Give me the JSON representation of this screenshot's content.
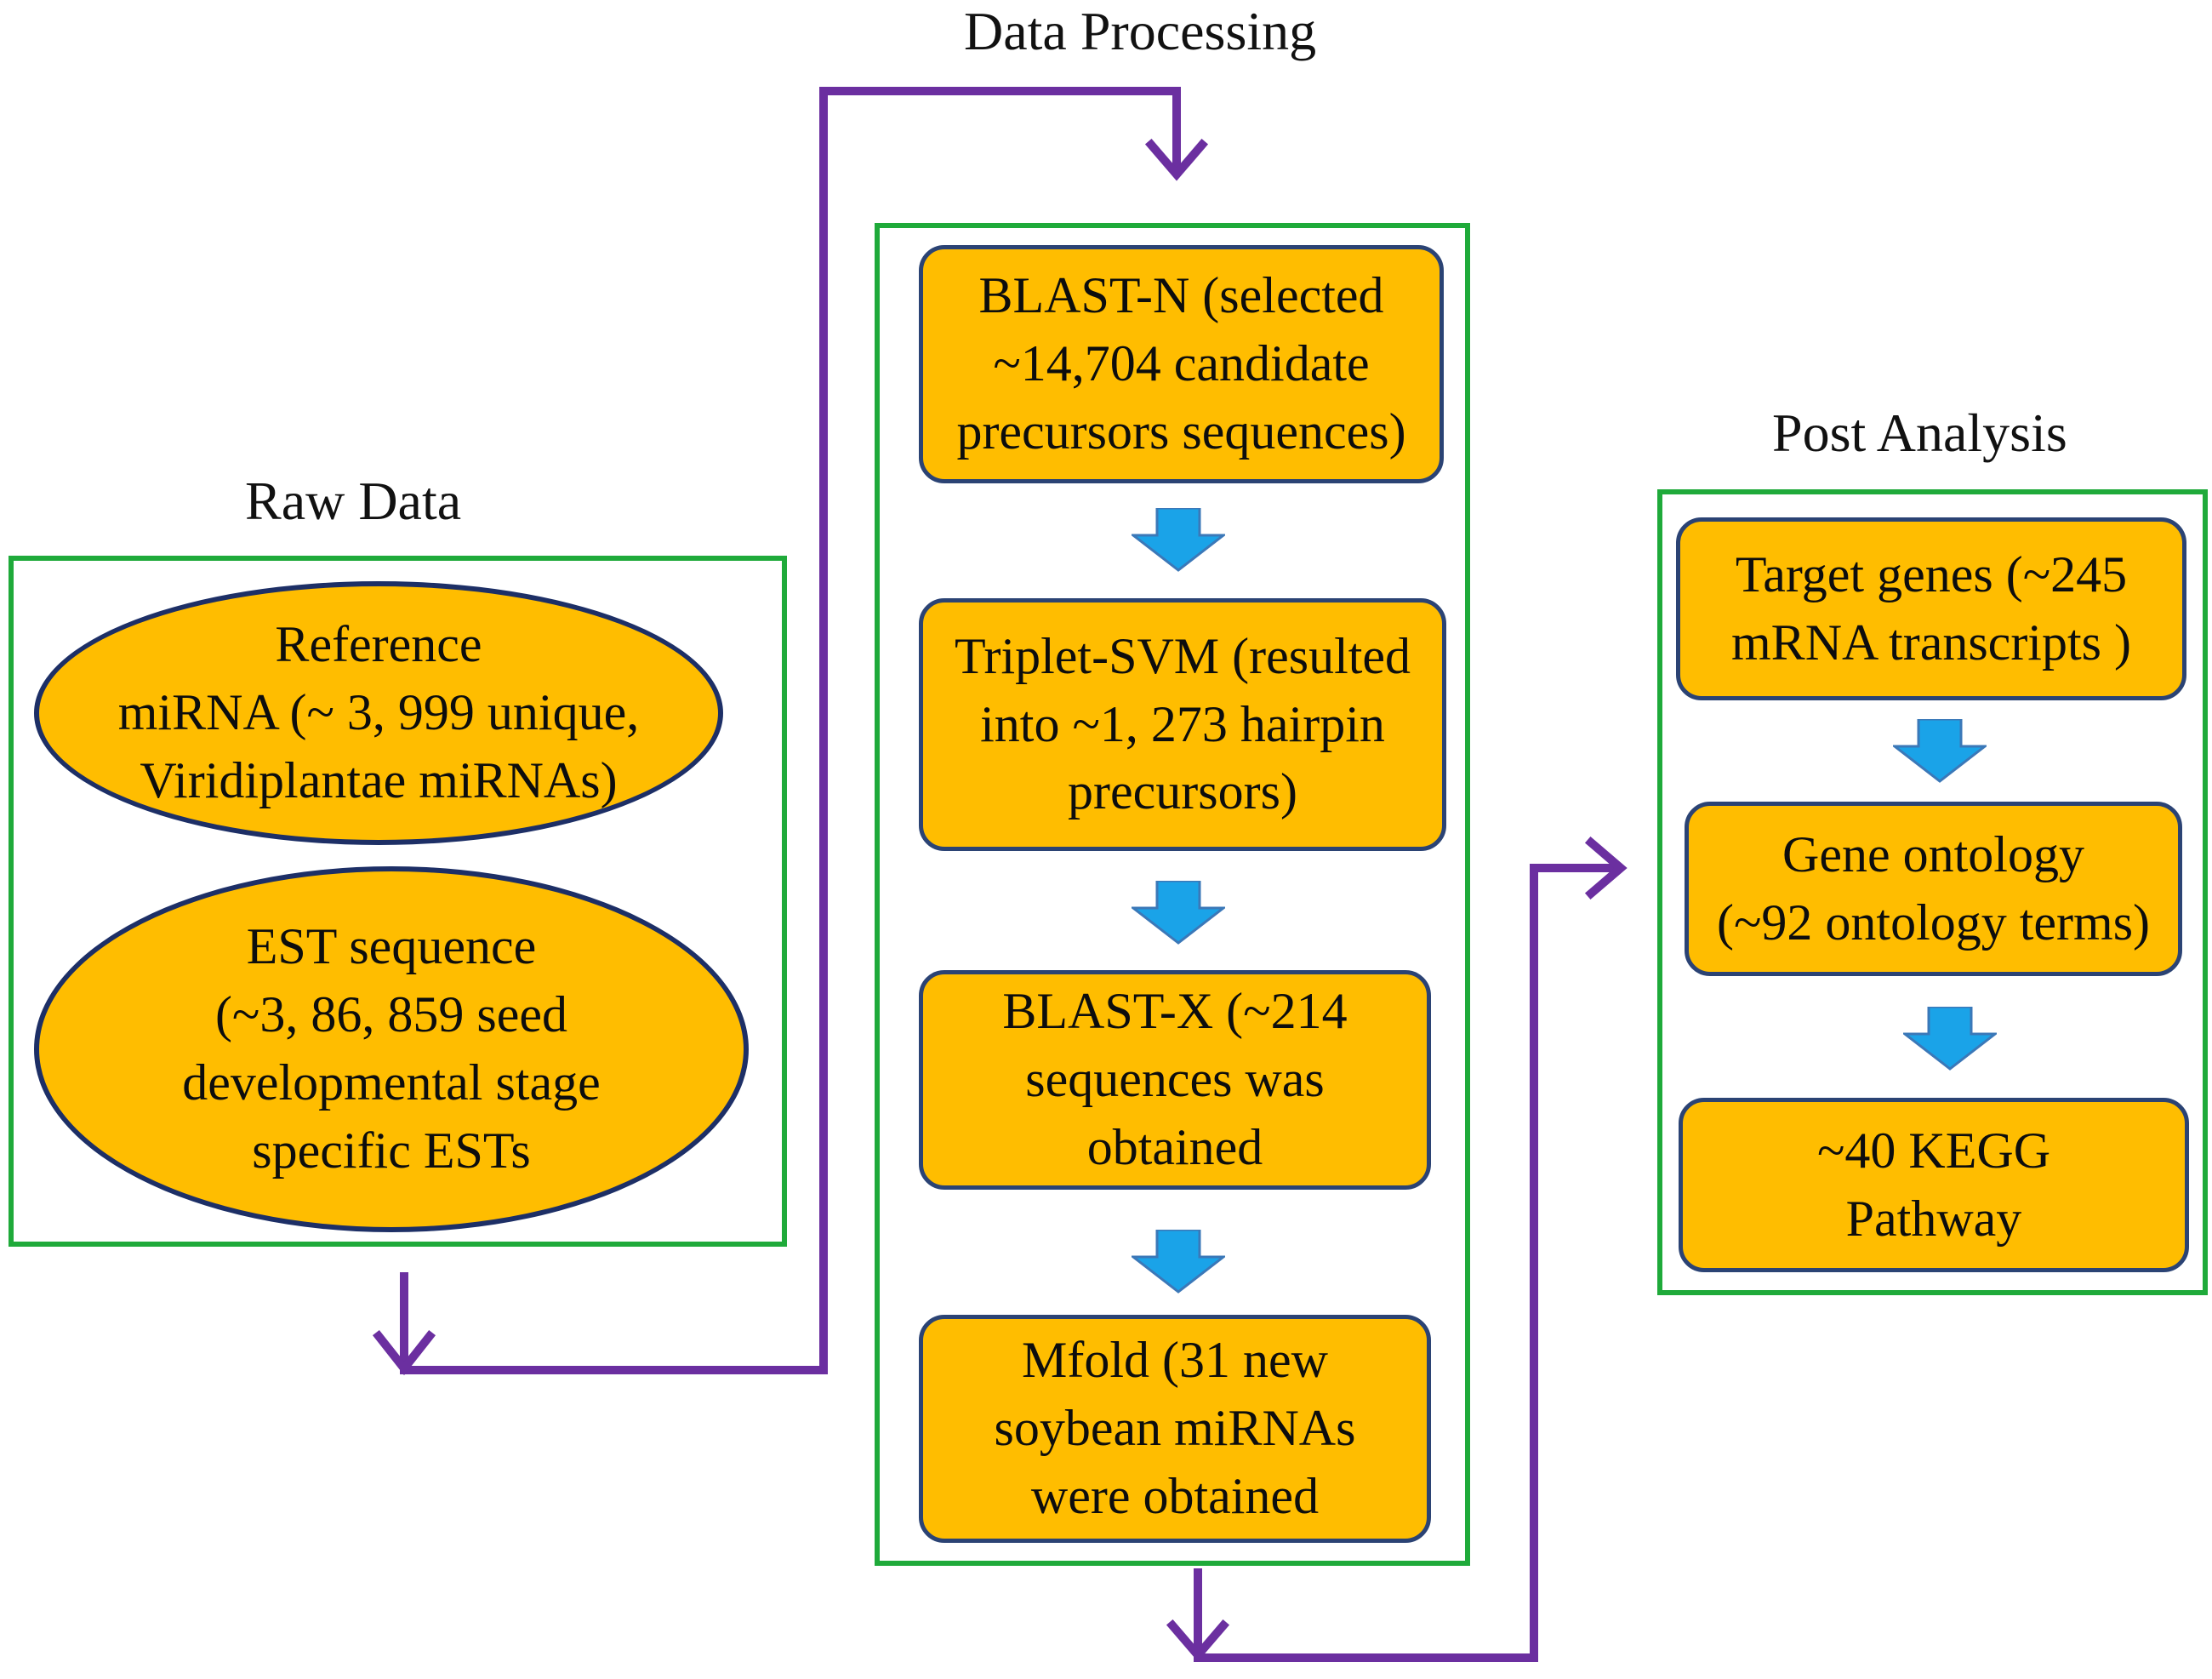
{
  "colors": {
    "panel_border": "#1faa3a",
    "node_fill": "#ffbd00",
    "node_border": "#2b4374",
    "flow_arrow": "#6b2fa0",
    "step_arrow": "#1aa3e8"
  },
  "raw_data": {
    "title": "Raw Data",
    "nodes": [
      {
        "text": "Reference\nmiRNA (~ 3, 999 unique,\nViridiplantae miRNAs)"
      },
      {
        "text": "EST sequence\n(~3, 86, 859 seed\ndevelopmental stage\nspecific ESTs"
      }
    ]
  },
  "data_processing": {
    "title": "Data Processing",
    "nodes": [
      {
        "text": "BLAST-N (selected\n~14,704 candidate\nprecursors sequences)"
      },
      {
        "text": "Triplet-SVM (resulted\ninto ~1, 273 hairpin\nprecursors)"
      },
      {
        "text": "BLAST-X (~214\nsequences was\nobtained"
      },
      {
        "text": "Mfold (31 new\nsoybean miRNAs\nwere obtained"
      }
    ]
  },
  "post_analysis": {
    "title": "Post Analysis",
    "nodes": [
      {
        "text": "Target genes (~245\nmRNA transcripts )"
      },
      {
        "text": "Gene ontology\n(~92 ontology terms)"
      },
      {
        "text": "~40 KEGG\nPathway"
      }
    ]
  }
}
